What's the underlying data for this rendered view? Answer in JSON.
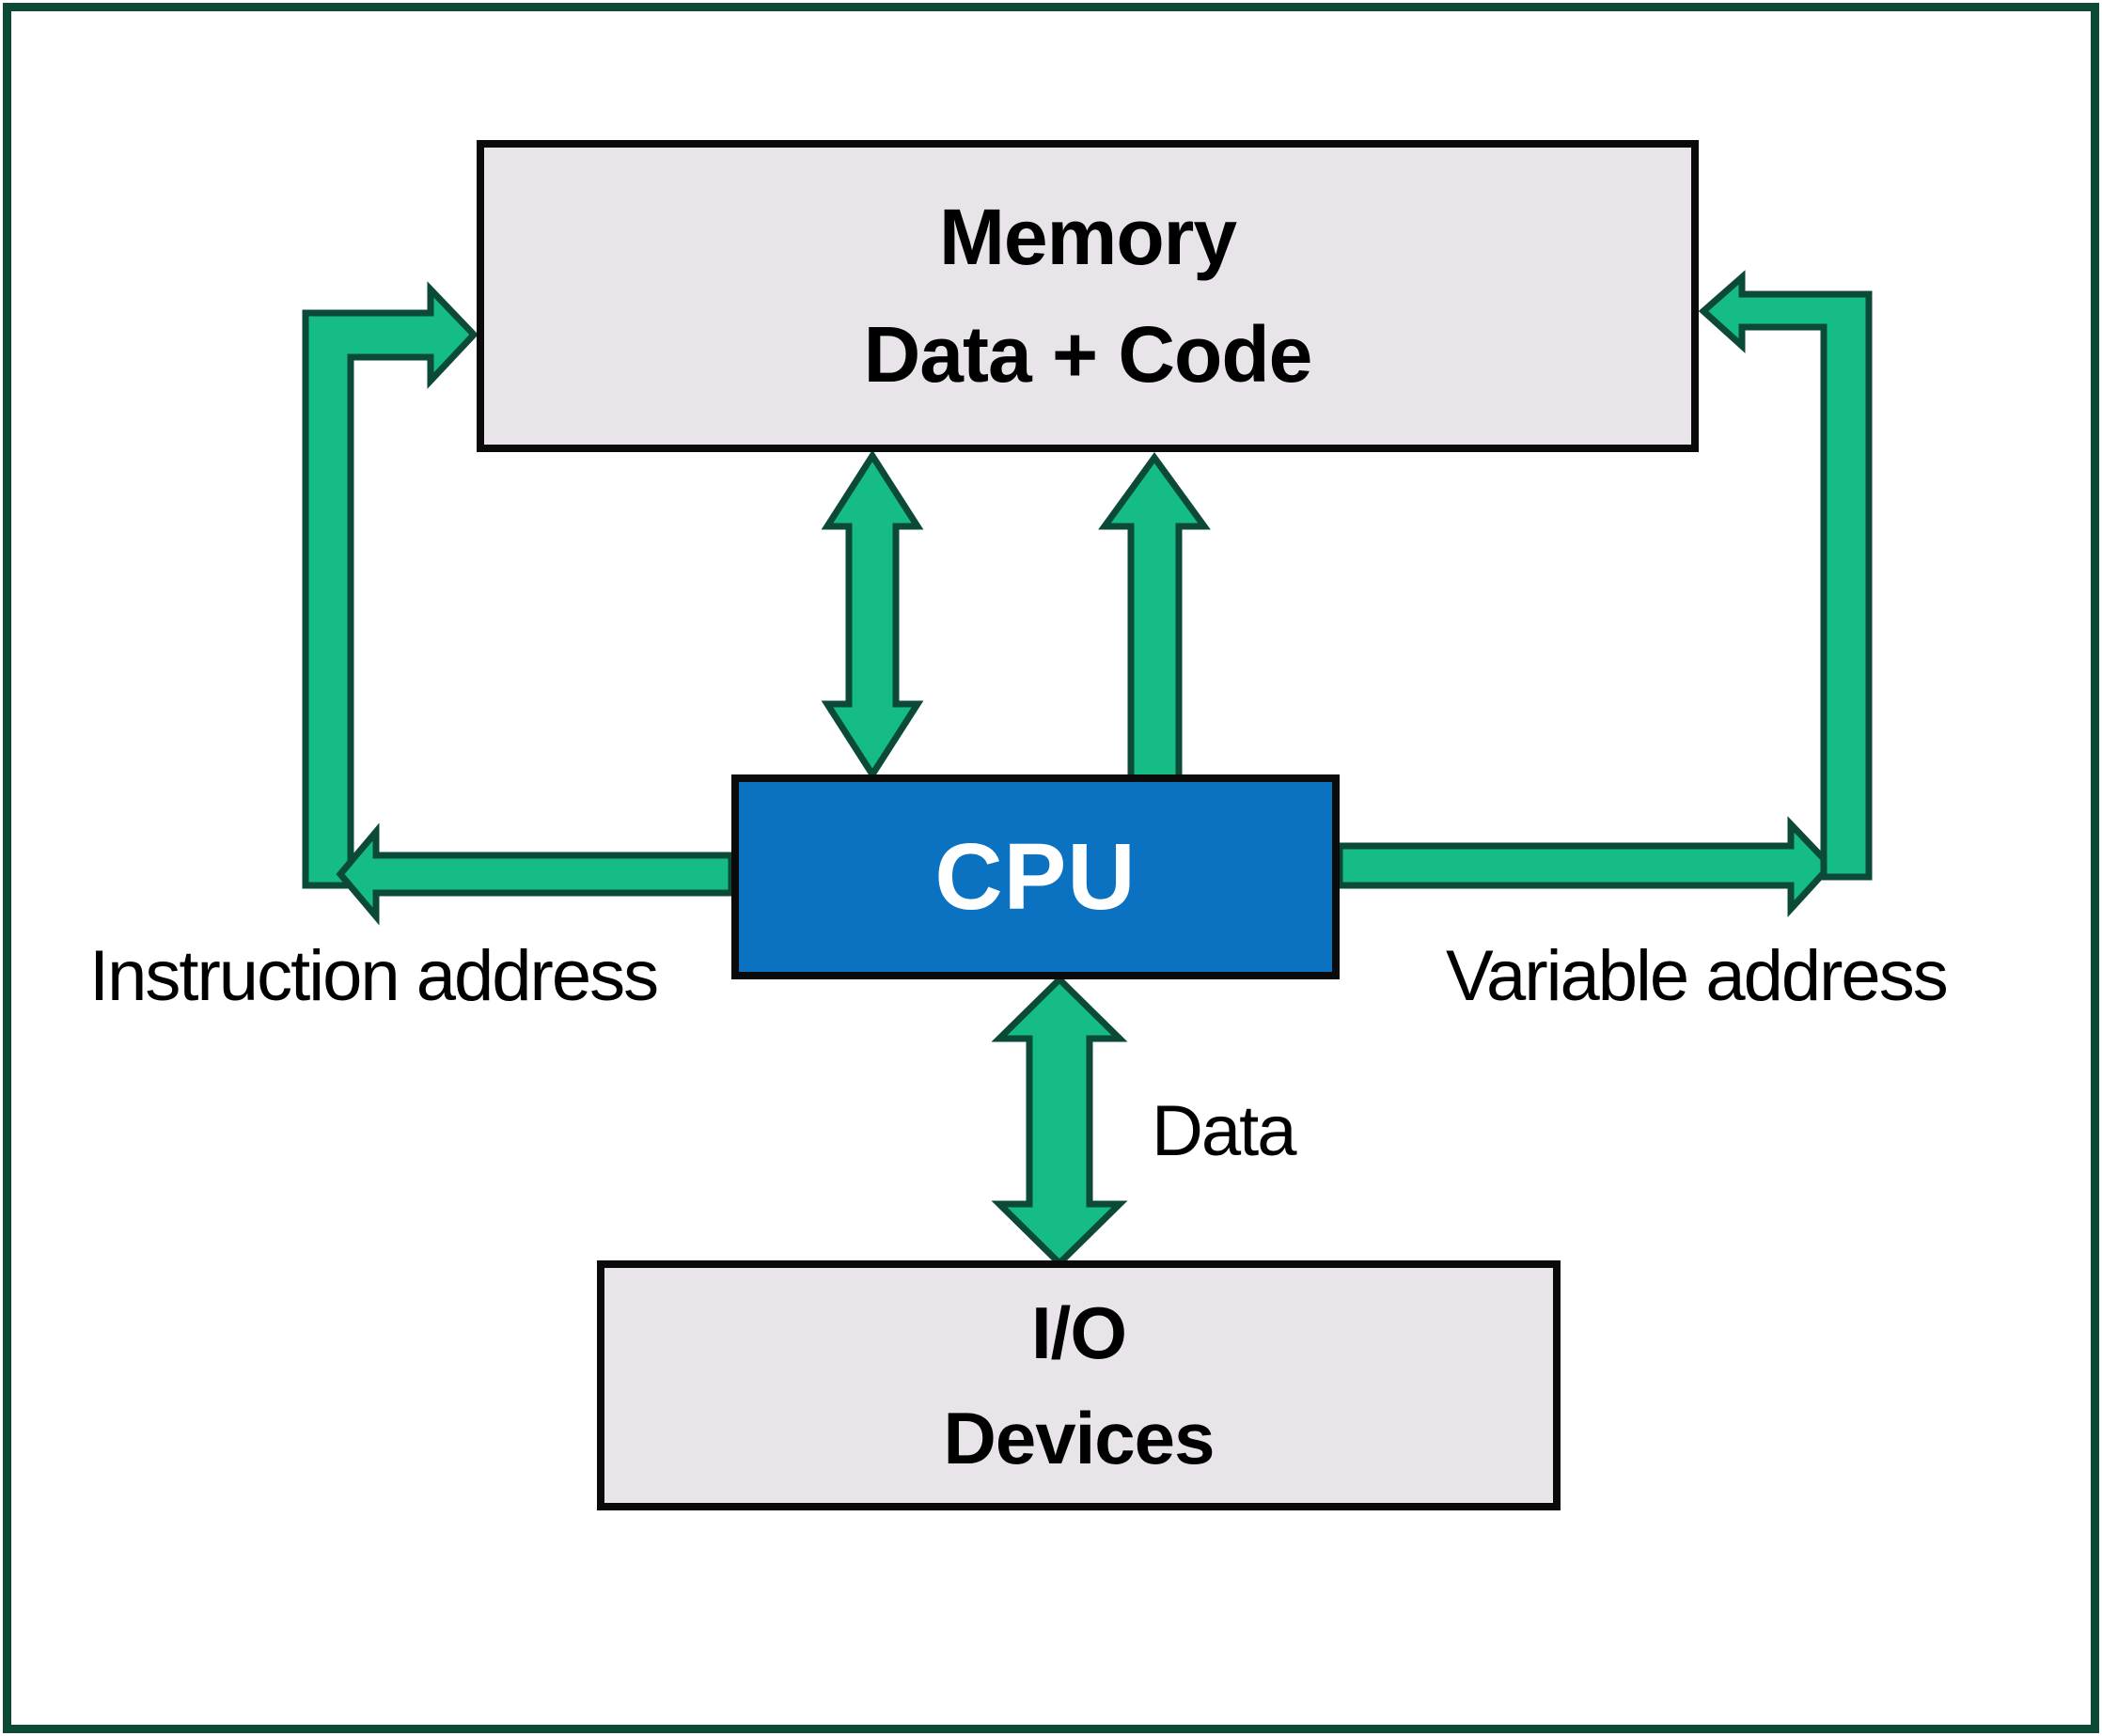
{
  "colors": {
    "pageBg": "#ffffff",
    "frame": "#0d4a35",
    "boxFill": "#e8e4ea",
    "boxBorder": "#0a0a0a",
    "cpuFill": "#0b72c2",
    "cpuText": "#ffffff",
    "arrowFill": "#15bc86",
    "arrowStroke": "#0b4a38",
    "labelText": "#000000"
  },
  "boxes": {
    "memory": {
      "line1": "Memory",
      "line2": "Data + Code"
    },
    "cpu": {
      "label": "CPU"
    },
    "io": {
      "line1": "I/O",
      "line2": "Devices"
    }
  },
  "labels": {
    "instruction_address": "Instruction address",
    "variable_address": "Variable address",
    "data": "Data"
  },
  "arrows": [
    {
      "name": "instruction-address-loop-arrow",
      "from": "CPU",
      "to": "Memory",
      "direction": "left-then-up",
      "meaning": "Instruction address"
    },
    {
      "name": "memory-cpu-bidirectional-arrow",
      "from": "Memory",
      "to": "CPU",
      "direction": "both"
    },
    {
      "name": "cpu-memory-up-arrow",
      "from": "CPU",
      "to": "Memory",
      "direction": "up"
    },
    {
      "name": "variable-address-loop-arrow",
      "from": "CPU",
      "to": "Memory",
      "direction": "right-then-up",
      "meaning": "Variable address"
    },
    {
      "name": "cpu-io-bidirectional-arrow",
      "from": "CPU",
      "to": "I/O Devices",
      "direction": "both",
      "meaning": "Data"
    }
  ]
}
